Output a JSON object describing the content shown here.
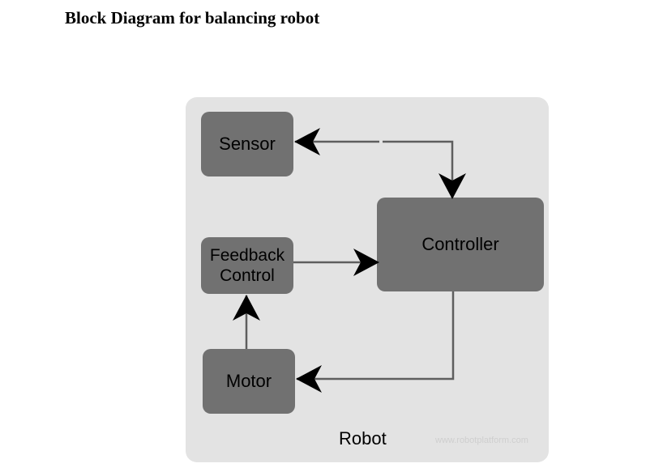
{
  "title": "Block Diagram for balancing robot",
  "colors": {
    "panel": "#e3e3e3",
    "block": "#717171",
    "arrow": "#5e5e5e",
    "arrowhead": "#000000",
    "watermark": "#cfcfcf"
  },
  "diagram": {
    "blocks": {
      "sensor": {
        "lines": [
          "Sensor"
        ]
      },
      "feedback": {
        "lines": [
          "Feedback",
          "Control"
        ]
      },
      "motor": {
        "lines": [
          "Motor"
        ]
      },
      "controller": {
        "lines": [
          "Controller"
        ]
      }
    },
    "panel_label": "Robot",
    "watermark": "www.robotplatform.com",
    "connections": [
      {
        "from": "controller",
        "to": "sensor"
      },
      {
        "from": "sensor",
        "to": "controller"
      },
      {
        "from": "feedback",
        "to": "controller"
      },
      {
        "from": "controller",
        "to": "motor"
      },
      {
        "from": "motor",
        "to": "feedback"
      }
    ]
  }
}
